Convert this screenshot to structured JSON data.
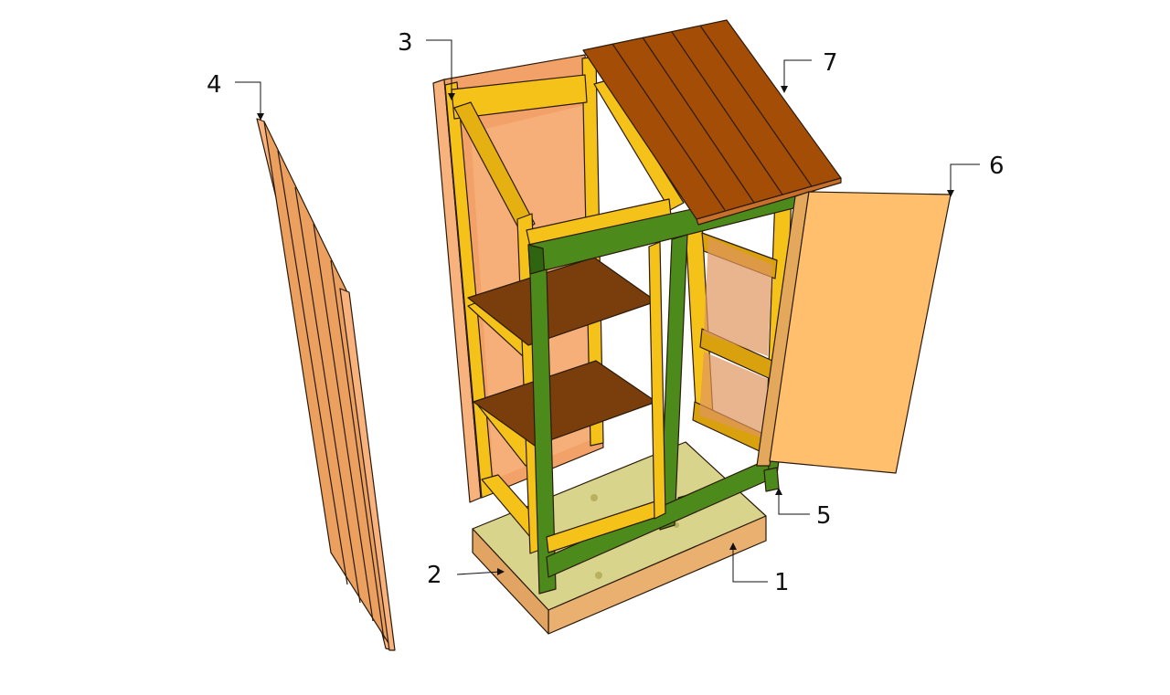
{
  "callouts": [
    {
      "id": "1",
      "label": "1"
    },
    {
      "id": "2",
      "label": "2"
    },
    {
      "id": "3",
      "label": "3"
    },
    {
      "id": "4",
      "label": "4"
    },
    {
      "id": "5",
      "label": "5"
    },
    {
      "id": "6",
      "label": "6"
    },
    {
      "id": "7",
      "label": "7"
    }
  ],
  "colors": {
    "base_top": "#d8d48c",
    "base_side": "#e9b070",
    "back_panel": "#f2a268",
    "back_panel_edge": "#f7b27e",
    "interior": "#f6b07a",
    "frame_yellow": "#f5c21a",
    "frame_yellow_dark": "#d9a10e",
    "frame_green": "#4d8a1c",
    "frame_green_dark": "#2f6410",
    "shelf": "#7a3e0c",
    "roof": "#a44d07",
    "roof_edge": "#c8702a",
    "side_panel": "#eca060",
    "door": "#ffbf6c"
  }
}
